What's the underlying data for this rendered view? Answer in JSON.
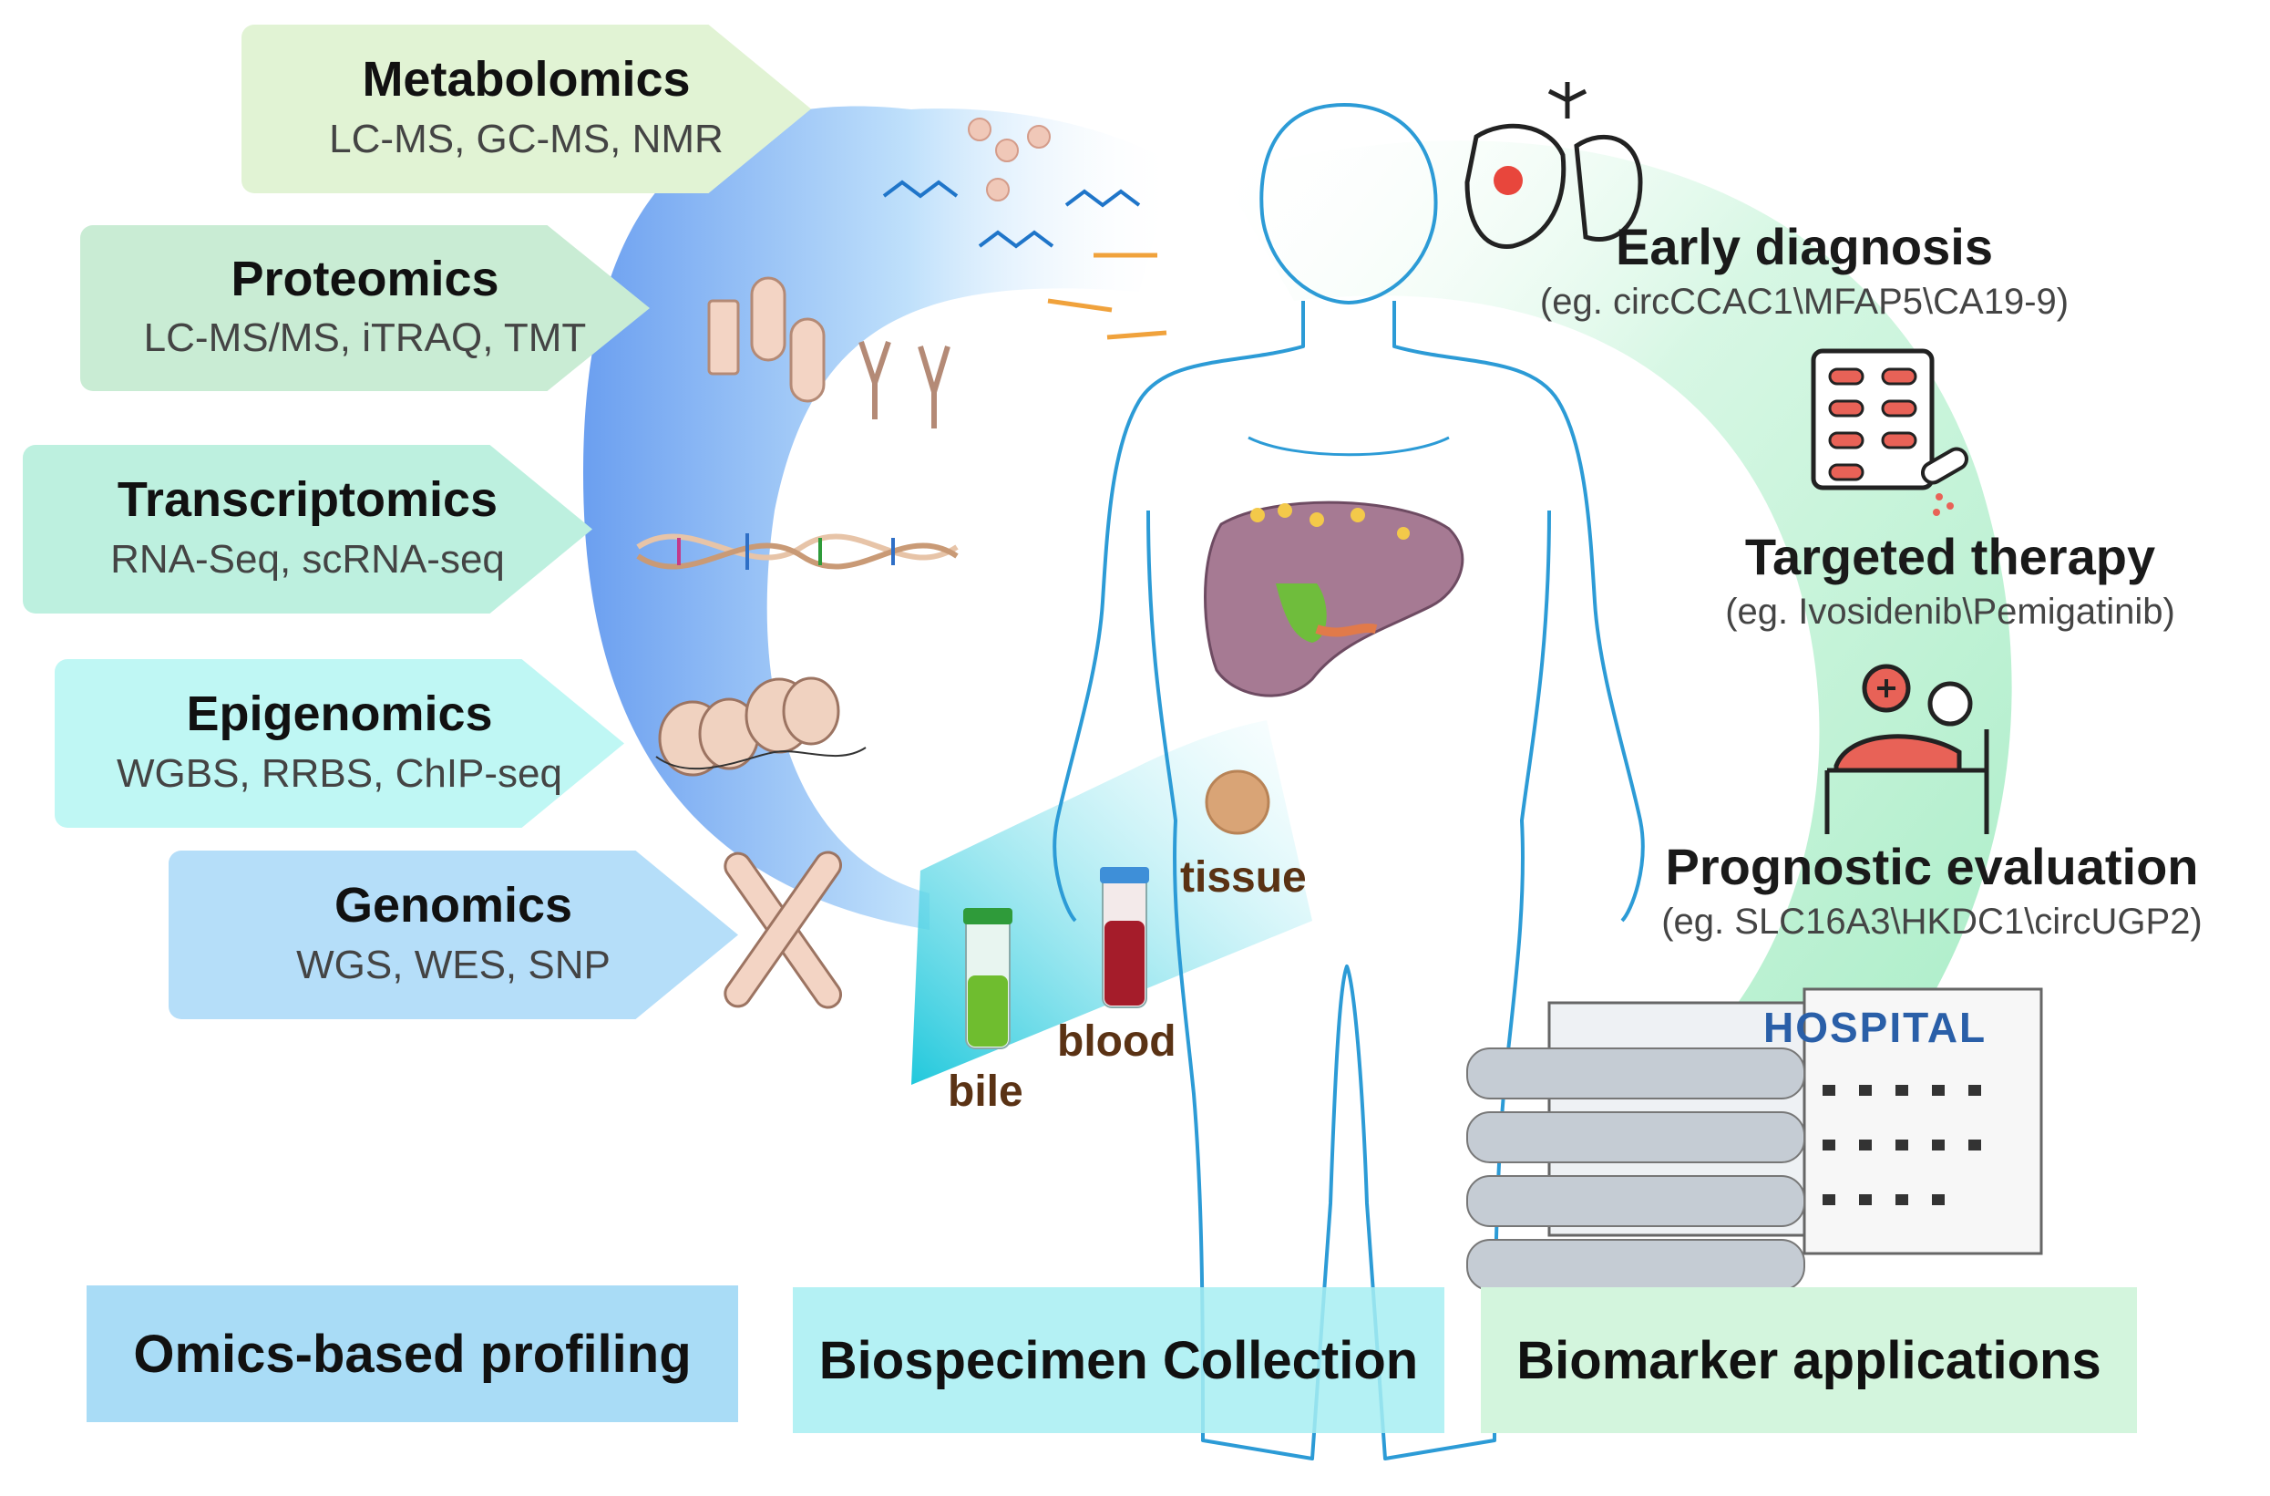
{
  "omics": [
    {
      "title": "Metabolomics",
      "methods": "LC-MS, GC-MS, NMR",
      "color": "#e1f3d4"
    },
    {
      "title": "Proteomics",
      "methods": "LC-MS/MS, iTRAQ, TMT",
      "color": "#c9ecd4"
    },
    {
      "title": "Transcriptomics",
      "methods": "RNA-Seq, scRNA-seq",
      "color": "#bdf0df"
    },
    {
      "title": "Epigenomics",
      "methods": "WGBS, RRBS, ChIP-seq",
      "color": "#bff7f4"
    },
    {
      "title": "Genomics",
      "methods": "WGS, WES, SNP",
      "color": "#b5def9"
    }
  ],
  "specimens": {
    "bile": "bile",
    "blood": "blood",
    "tissue": "tissue"
  },
  "applications": [
    {
      "title": "Early diagnosis",
      "example": "(eg. circCCAC1\\MFAP5\\CA19-9)",
      "icon": "liver-lungs-icon"
    },
    {
      "title": "Targeted therapy",
      "example": "(eg. Ivosidenib\\Pemigatinib)",
      "icon": "pill-pack-icon"
    },
    {
      "title": "Prognostic evaluation",
      "example": "(eg. SLC16A3\\HKDC1\\circUGP2)",
      "icon": "patient-bed-icon"
    }
  ],
  "hospital": "HOSPITAL",
  "sections": {
    "omics": "Omics-based profiling",
    "biospecimen": "Biospecimen Collection",
    "biomarker": "Biomarker applications"
  },
  "colors": {
    "omics_section": "#a9dcf6",
    "biospecimen_section": "#a7eef2",
    "biomarker_section": "#d3f5dd",
    "body_outline": "#2c9bd6",
    "arc_blue": "#6fa7f2",
    "arc_green": "#b8efcf"
  }
}
